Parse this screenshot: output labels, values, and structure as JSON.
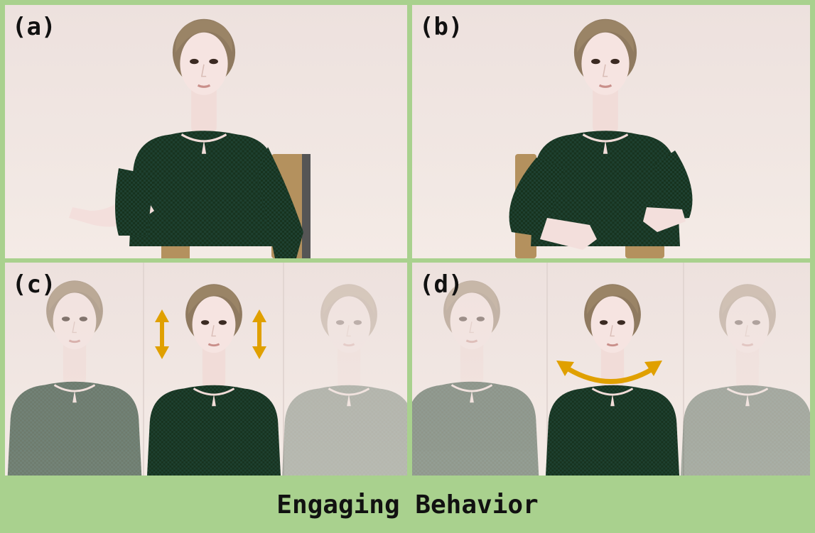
{
  "panels": [
    {
      "id": "a",
      "label": "(a)"
    },
    {
      "id": "b",
      "label": "(b)"
    },
    {
      "id": "c",
      "label": "(c)"
    },
    {
      "id": "d",
      "label": "(d)"
    }
  ],
  "footer": {
    "title": "Engaging Behavior"
  },
  "colors": {
    "background_green": "#a9d18e",
    "arrow_orange": "#e0a000",
    "sweater_green": "#1c3d2b",
    "wall": "#efe6e3"
  }
}
